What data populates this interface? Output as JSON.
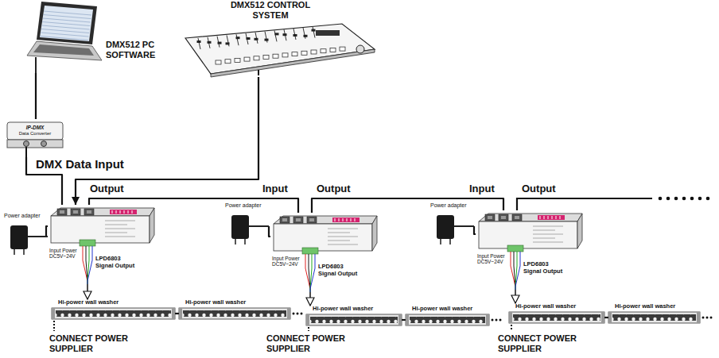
{
  "diagram": {
    "nodes": [
      {
        "text": [
          "DMX512 PC SOFTWARE"
        ]
      },
      {
        "text": [
          "DMX512 CONTROL SYSTEM"
        ]
      },
      {
        "text": [
          "IP-DMX",
          "Data Converter"
        ]
      },
      {
        "text": [
          "Input Power DC5V~24V",
          "LPD6803 Signal Output"
        ]
      },
      {
        "text": [
          "Power adapter"
        ]
      },
      {
        "text": [
          "Hi-power wall washer"
        ]
      },
      {
        "text": [
          "Hi-power wall washer"
        ]
      },
      {
        "text": [
          "Input Power DC5V~24V",
          "LPD6803 Signal Output"
        ]
      },
      {
        "text": [
          "Power adapter"
        ]
      },
      {
        "text": [
          "Hi-power wall washer"
        ]
      },
      {
        "text": [
          "Hi-power wall washer"
        ]
      },
      {
        "text": [
          "Input Power DC5V~24V",
          "LPD6803 Signal Output"
        ]
      },
      {
        "text": [
          "Power adapter"
        ]
      },
      {
        "text": [
          "Hi-power wall washer"
        ]
      },
      {
        "text": [
          "Hi-power wall washer"
        ]
      }
    ],
    "edges": [
      {
        "from": 0,
        "to": 2,
        "arrow": "none"
      },
      {
        "from": 2,
        "to": 3,
        "arrow": "none"
      },
      {
        "from": 1,
        "to": 3,
        "arrow": "to"
      },
      {
        "from": 3,
        "to": 7,
        "arrow": "none"
      },
      {
        "from": 7,
        "to": 11,
        "arrow": "none"
      },
      {
        "from": 4,
        "to": 3,
        "arrow": "none"
      },
      {
        "from": 8,
        "to": 7,
        "arrow": "none"
      },
      {
        "from": 12,
        "to": 11,
        "arrow": "none"
      },
      {
        "from": 3,
        "to": 5,
        "arrow": "to"
      },
      {
        "from": 7,
        "to": 9,
        "arrow": "to"
      },
      {
        "from": 11,
        "to": 13,
        "arrow": "to"
      },
      {
        "from": 5,
        "to": 6,
        "arrow": "none"
      },
      {
        "from": 9,
        "to": 10,
        "arrow": "none"
      },
      {
        "from": 13,
        "to": 14,
        "arrow": "none"
      }
    ],
    "labels": [
      "DMX Data Input",
      "Output",
      "Input",
      "Output",
      "Input",
      "Output",
      "CONNECT POWER SUPPLIER",
      "CONNECT POWER SUPPLIER",
      "CONNECT POWER SUPPLIER"
    ]
  }
}
